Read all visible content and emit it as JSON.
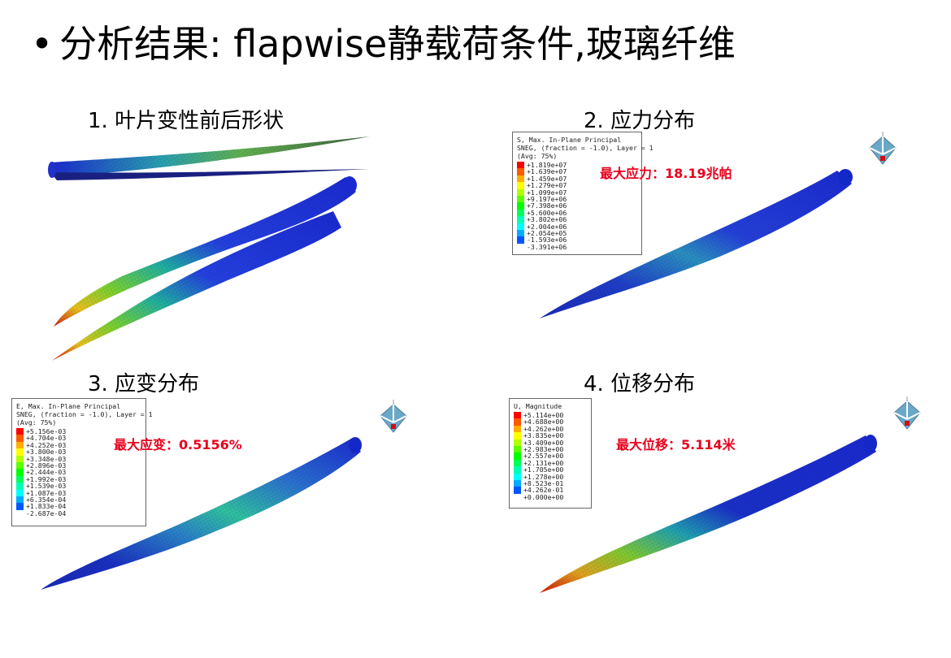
{
  "slide": {
    "bullet": "•",
    "title": "分析结果: flapwise静载荷条件,玻璃纤维"
  },
  "panels": {
    "p1": {
      "label": "1. 叶片变性前后形状"
    },
    "p2": {
      "label": "2. 应力分布",
      "legend_title": "S, Max. In-Plane Principal",
      "legend_sub1": "SNEG, (fraction = -1.0), Layer = 1",
      "legend_sub2": "(Avg: 75%)",
      "legend_values": [
        "+1.819e+07",
        "+1.639e+07",
        "+1.459e+07",
        "+1.279e+07",
        "+1.099e+07",
        "+9.197e+06",
        "+7.398e+06",
        "+5.600e+06",
        "+3.802e+06",
        "+2.004e+06",
        "+2.054e+05",
        "-1.593e+06",
        "-3.391e+06"
      ],
      "max_note": "最大应力：18.19兆帕"
    },
    "p3": {
      "label": "3. 应变分布",
      "legend_title": "E, Max. In-Plane Principal",
      "legend_sub1": "SNEG, (fraction = -1.0), Layer = 1",
      "legend_sub2": "(Avg: 75%)",
      "legend_values": [
        "+5.156e-03",
        "+4.704e-03",
        "+4.252e-03",
        "+3.800e-03",
        "+3.348e-03",
        "+2.896e-03",
        "+2.444e-03",
        "+1.992e-03",
        "+1.539e-03",
        "+1.087e-03",
        "+6.354e-04",
        "+1.833e-04",
        "-2.687e-04"
      ],
      "max_note": "最大应变：0.5156%"
    },
    "p4": {
      "label": "4. 位移分布",
      "legend_title": "U, Magnitude",
      "legend_values": [
        "+5.114e+00",
        "+4.688e+00",
        "+4.262e+00",
        "+3.835e+00",
        "+3.409e+00",
        "+2.983e+00",
        "+2.557e+00",
        "+2.131e+00",
        "+1.705e+00",
        "+1.278e+00",
        "+8.523e-01",
        "+4.262e-01",
        "+0.000e+00"
      ],
      "max_note": "最大位移：5.114米"
    }
  },
  "colors": {
    "legend_scale": [
      "#ff0000",
      "#ff5a00",
      "#ffad00",
      "#ffff00",
      "#b4ff00",
      "#5aff00",
      "#00ff00",
      "#00ff5a",
      "#00ffb4",
      "#00ffff",
      "#00adff",
      "#0057ff",
      "#0000ff"
    ],
    "note_red": "#e8001c",
    "blade_blue": "#1428c8",
    "blade_dark": "#0a147a"
  },
  "icons": {
    "triad": "coordinate-triad-icon"
  }
}
